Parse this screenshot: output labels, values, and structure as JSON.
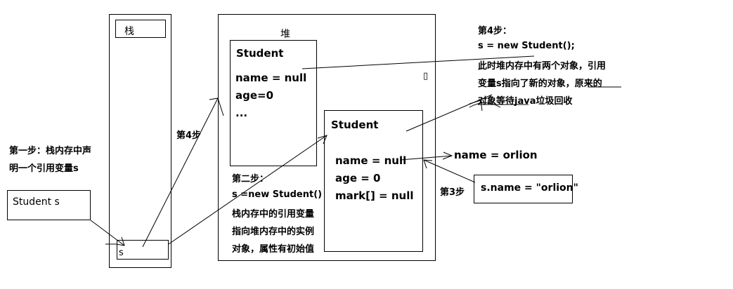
{
  "stack": {
    "label": "栈",
    "var_label": "s"
  },
  "heap": {
    "label": "堆"
  },
  "student_old": {
    "title": "Student",
    "fields": [
      "name = null",
      "age=0",
      "..."
    ]
  },
  "student_new": {
    "title": "Student",
    "fields": [
      "name = null",
      "age = 0",
      "mark[] = null"
    ]
  },
  "step1": {
    "lines": [
      "第一步：栈内存中声",
      "明一个引用变量s"
    ]
  },
  "student_s_box": "Student s",
  "step2": {
    "lines": [
      "第二步：",
      "s =new Student()",
      "栈内存中的引用变量",
      "指向堆内存中的实例",
      "对象，属性有初始值"
    ]
  },
  "step4_label": "第4步",
  "step4": {
    "lines": [
      "第4步：",
      "s = new Student();",
      "此时堆内存中有两个对象，引用",
      "变量s指向了新的对象，原来的",
      "对象等待java垃圾回收"
    ]
  },
  "step3_label": "第3步",
  "name_assign": "name = orlion",
  "s_name_assign": "s.name = \"orlion\"",
  "cursor_glyph": "▯"
}
